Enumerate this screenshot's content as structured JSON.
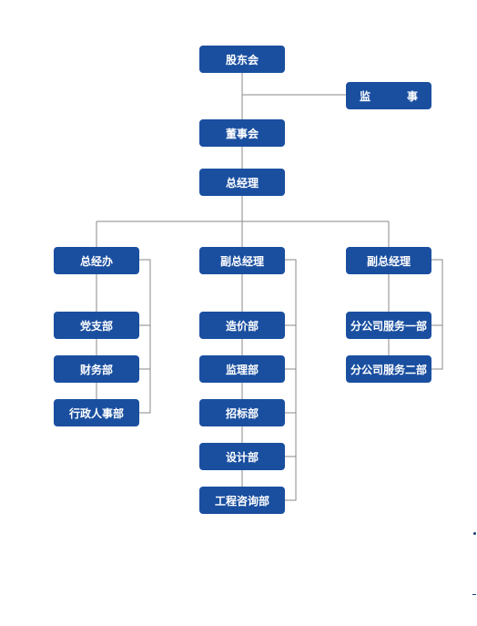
{
  "org": {
    "shareholders": "股东会",
    "supervisor": "监　事",
    "board": "董事会",
    "general_manager": "总经理",
    "gm_office": {
      "title": "总经办",
      "depts": [
        "党支部",
        "财务部",
        "行政人事部"
      ]
    },
    "deputy_gm_1": {
      "title": "副总经理",
      "depts": [
        "造价部",
        "监理部",
        "招标部",
        "设计部",
        "工程咨询部"
      ]
    },
    "deputy_gm_2": {
      "title": "副总经理",
      "depts": [
        "分公司服务一部",
        "分公司服务二部"
      ]
    }
  },
  "colors": {
    "node": "#1a4fa0",
    "line": "#8a8a8a"
  }
}
